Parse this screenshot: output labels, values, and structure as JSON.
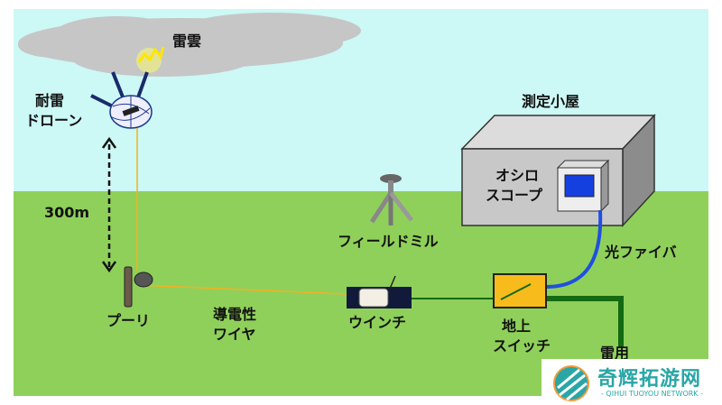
{
  "labels": {
    "cloud": "雷雲",
    "drone_1": "耐雷",
    "drone_2": "ドローン",
    "altitude": "300m",
    "shed": "測定小屋",
    "scope_1": "オシロ",
    "scope_2": "スコープ",
    "fieldmill": "フィールドミル",
    "fiber": "光ファイバ",
    "pulley": "プーリ",
    "wire_1": "導電性",
    "wire_2": "ワイヤ",
    "winch": "ウインチ",
    "switch_1": "地上",
    "switch_2": "スイッチ",
    "ground": "雷用"
  },
  "watermark": {
    "title": "奇辉拓游网",
    "subtitle": "- QIHUI TUOYOU NETWORK -"
  },
  "colors": {
    "sky": "#ccf8f5",
    "grass": "#8fd05a",
    "cloud": "#c6c6c6",
    "wire": "#f5b120",
    "fiber": "#1f4fe0",
    "ground_wire": "#136a10",
    "switch": "#f8bb1c"
  }
}
